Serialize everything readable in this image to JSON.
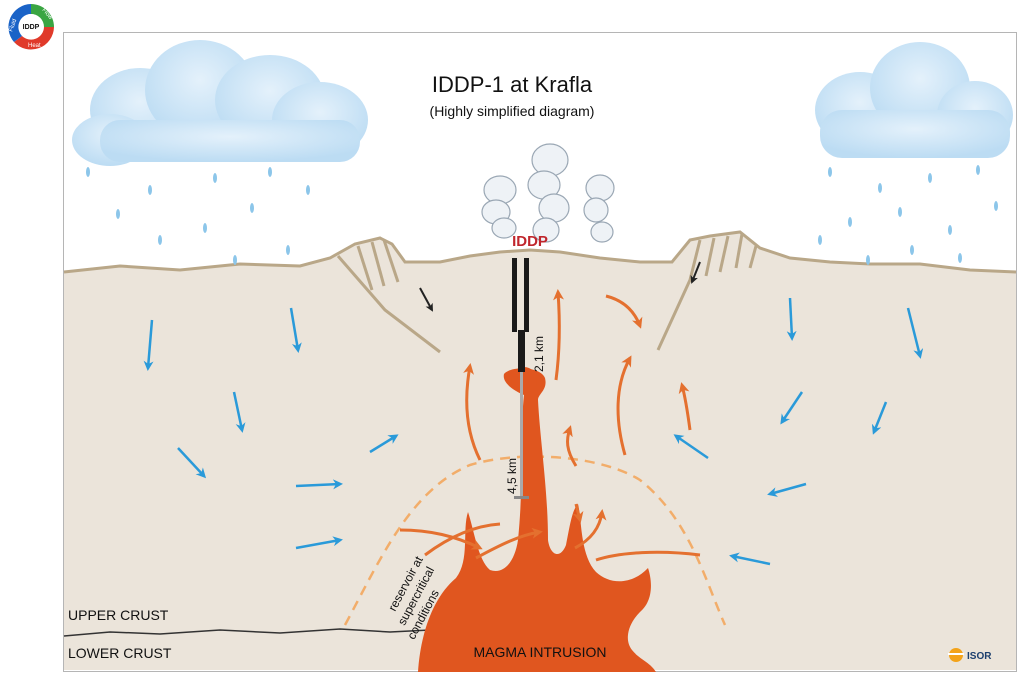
{
  "logo": {
    "center_text": "IDDP",
    "ring_words": [
      "Fluid",
      "Flow",
      "Heat"
    ],
    "ring_colors": [
      "#1a63c7",
      "#3aa542",
      "#e03a2a"
    ]
  },
  "header": {
    "title": "IDDP-1 at Krafla",
    "subtitle": "(Highly simplified diagram)"
  },
  "labels": {
    "well": "IDDP",
    "depth_casing": "2,1 km",
    "depth_total": "4,5 km",
    "reservoir": [
      "reservoir at",
      "supercritical",
      "conditions"
    ],
    "upper_crust": "UPPER CRUST",
    "lower_crust": "LOWER CRUST",
    "magma": "MAGMA INTRUSION",
    "brand": "ISOR"
  },
  "colors": {
    "ground": "#ebe4da",
    "surface_line": "#b9a788",
    "magma": "#e0561f",
    "heat_arrow": "#e4702f",
    "water_arrow": "#2a9ad9",
    "reservoir_line": "#f2ad6a",
    "cloud": "#cfe5f7",
    "rain": "#8cc6ea",
    "well_text": "#c0262c"
  }
}
